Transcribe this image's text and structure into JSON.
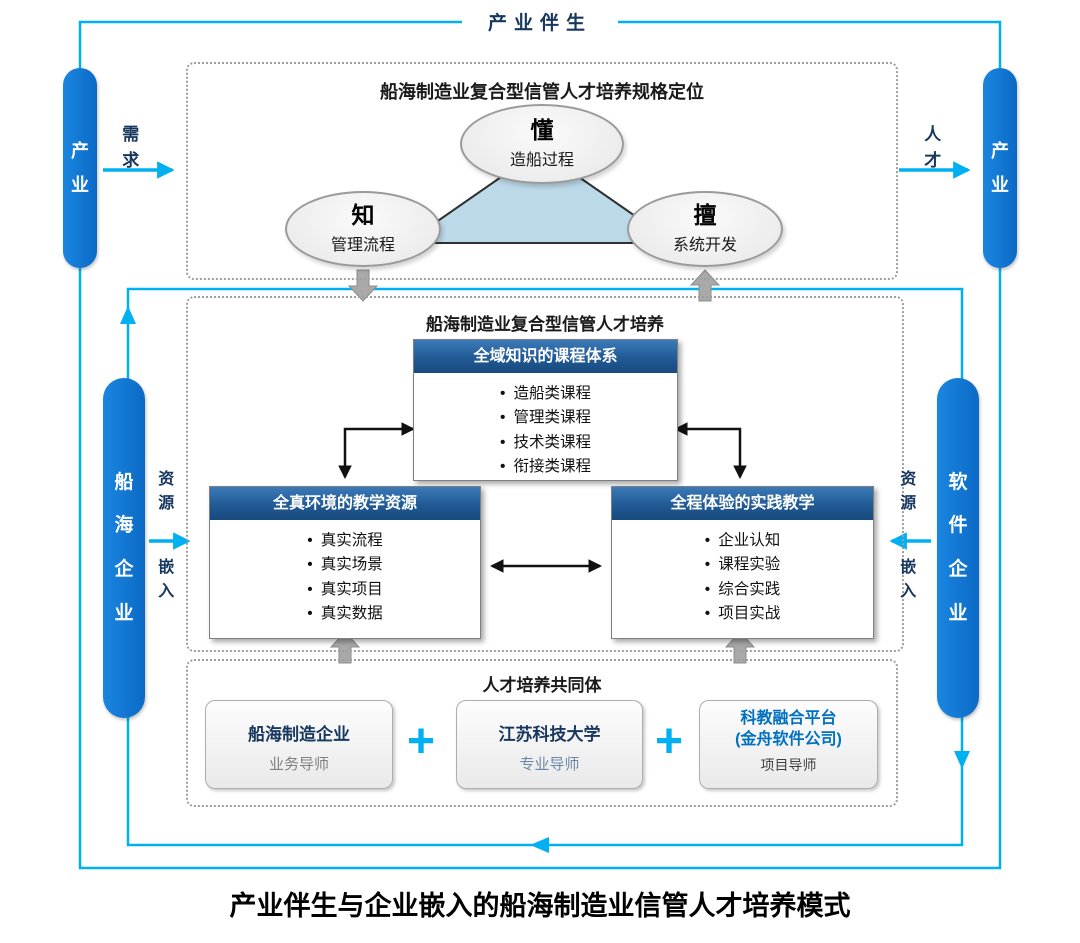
{
  "banner": {
    "label": "产业伴生"
  },
  "caption": "产业伴生与企业嵌入的船海制造业信管人才培养模式",
  "outer_flow": {
    "left_industry": "产业",
    "right_industry": "产业",
    "demand": "需求",
    "talent": "人才"
  },
  "embed_flow": {
    "left_enterprise": "船海企业",
    "right_enterprise": "软件企业",
    "left_resource": "资源",
    "left_embed": "嵌入",
    "right_resource": "资源",
    "right_embed": "嵌入"
  },
  "spec_section": {
    "title": "船海制造业复合型信管人才培养规格定位",
    "node_top": {
      "key": "懂",
      "label": "造船过程"
    },
    "node_left": {
      "key": "知",
      "label": "管理流程"
    },
    "node_right": {
      "key": "擅",
      "label": "系统开发"
    }
  },
  "training_section": {
    "title": "船海制造业复合型信管人才培养",
    "curriculum": {
      "header": "全域知识的课程体系",
      "items": [
        "造船类课程",
        "管理类课程",
        "技术类课程",
        "衔接类课程"
      ]
    },
    "resources": {
      "header": "全真环境的教学资源",
      "items": [
        "真实流程",
        "真实场景",
        "真实项目",
        "真实数据"
      ]
    },
    "practice": {
      "header": "全程体验的实践教学",
      "items": [
        "企业认知",
        "课程实验",
        "综合实践",
        "项目实战"
      ]
    }
  },
  "community_section": {
    "title": "人才培养共同体",
    "plus": "+",
    "members": [
      {
        "name": "船海制造企业",
        "role": "业务导师"
      },
      {
        "name": "江苏科技大学",
        "role": "专业导师"
      },
      {
        "name": "科教融合平台",
        "name2": "(金舟软件公司)",
        "role": "项目导师"
      }
    ]
  },
  "colors": {
    "cyan_line": "#00b0f0",
    "bar_blue": "#0b6ac6",
    "header_blue": "#215a94",
    "navy_text": "#17375e",
    "platform_blue": "#0070c0",
    "triangle_fill": "#bcd9e9",
    "gray_arrow": "#a9a9a9"
  }
}
